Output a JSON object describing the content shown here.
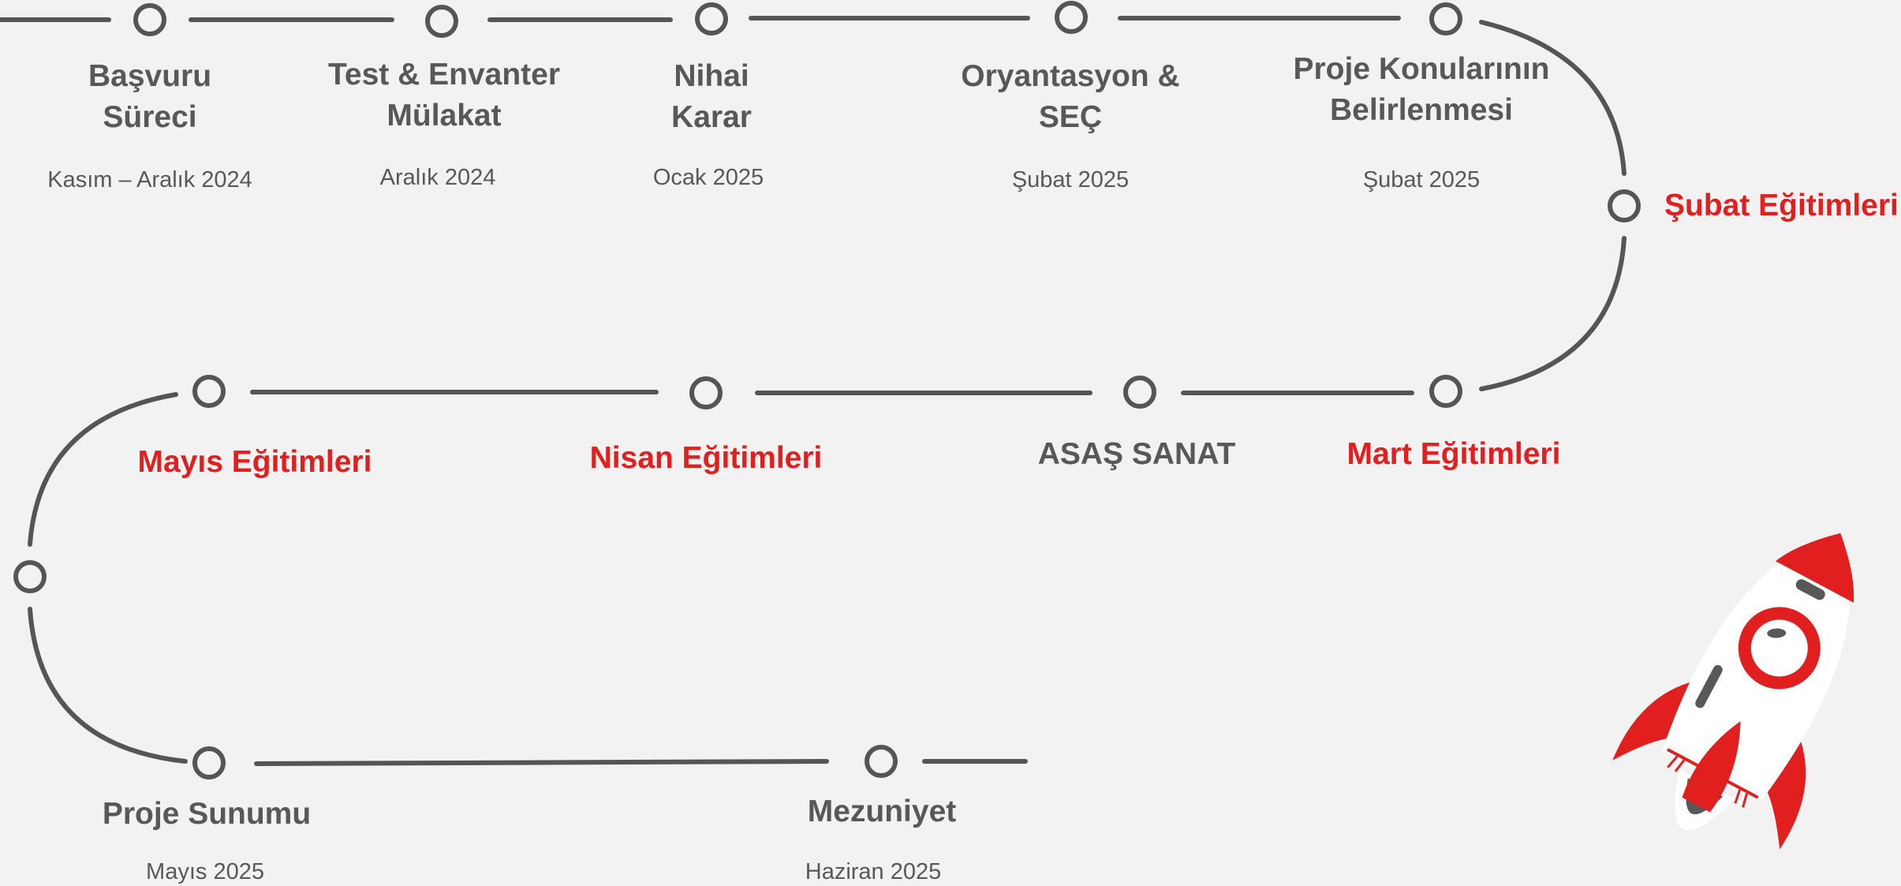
{
  "colors": {
    "line": "#555557",
    "text": "#58585a",
    "accent": "#e11f1f",
    "background": "#f2f2f2"
  },
  "steps": [
    {
      "title": "Başvuru\nSüreci",
      "date": "Kasım – Aralık 2024"
    },
    {
      "title": "Test & Envanter\nMülakat",
      "date": "Aralık 2024"
    },
    {
      "title": "Nihai\nKarar",
      "date": "Ocak 2025"
    },
    {
      "title": "Oryantasyon &\nSEÇ",
      "date": "Şubat 2025"
    },
    {
      "title": "Proje Konularının\nBelirlenmesi",
      "date": "Şubat 2025"
    },
    {
      "title": "Şubat Eğitimleri",
      "date": "",
      "highlight": true
    },
    {
      "title": "Mart Eğitimleri",
      "date": "",
      "highlight": true
    },
    {
      "title": "ASAŞ SANAT",
      "date": ""
    },
    {
      "title": "Nisan Eğitimleri",
      "date": "",
      "highlight": true
    },
    {
      "title": "Mayıs Eğitimleri",
      "date": "",
      "highlight": true
    },
    {
      "title": "Proje Sunumu",
      "date": "Mayıs 2025"
    },
    {
      "title": "Mezuniyet",
      "date": "Haziran 2025"
    }
  ],
  "decoration": {
    "icon": "rocket-icon"
  }
}
